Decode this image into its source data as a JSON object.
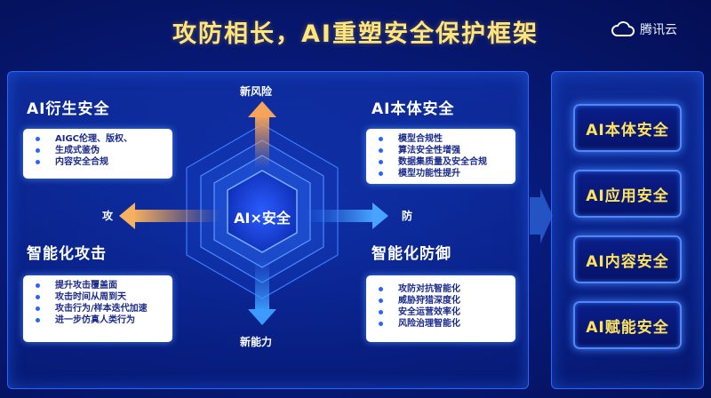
{
  "title": "攻防相长，AI重塑安全保护框架",
  "brand": {
    "name": "腾讯云",
    "icon": "cloud-icon"
  },
  "center_label": "AI×安全",
  "axes": {
    "up": "新风险",
    "down": "新能力",
    "left": "攻",
    "right": "防"
  },
  "quadrants": {
    "top_left": {
      "title": "AI衍生安全",
      "items": [
        "AIGC伦理、版权、",
        "生成式鉴伪",
        "内容安全合规"
      ]
    },
    "top_right": {
      "title": "AI本体安全",
      "items": [
        "模型合规性",
        "算法安全性增强",
        "数据集质量及安全合规",
        "模型功能性提升"
      ]
    },
    "bottom_left": {
      "title": "智能化攻击",
      "items": [
        "提升攻击覆盖面",
        "攻击时间从周到天",
        "攻击行为/样本迭代加速",
        "进一步仿真人类行为"
      ]
    },
    "bottom_right": {
      "title": "智能化防御",
      "items": [
        "攻防对抗智能化",
        "威胁狩猎深度化",
        "安全运营效率化",
        "风险治理智能化"
      ]
    }
  },
  "pillars": [
    "AI本体安全",
    "AI应用安全",
    "AI内容安全",
    "AI赋能安全"
  ],
  "colors": {
    "title": "#ffe57a",
    "pillar_text": "#ffe35c",
    "panel_border": "#2c66ff",
    "arrow_orange": "#f0a050",
    "arrow_blue": "#3b8bff"
  }
}
